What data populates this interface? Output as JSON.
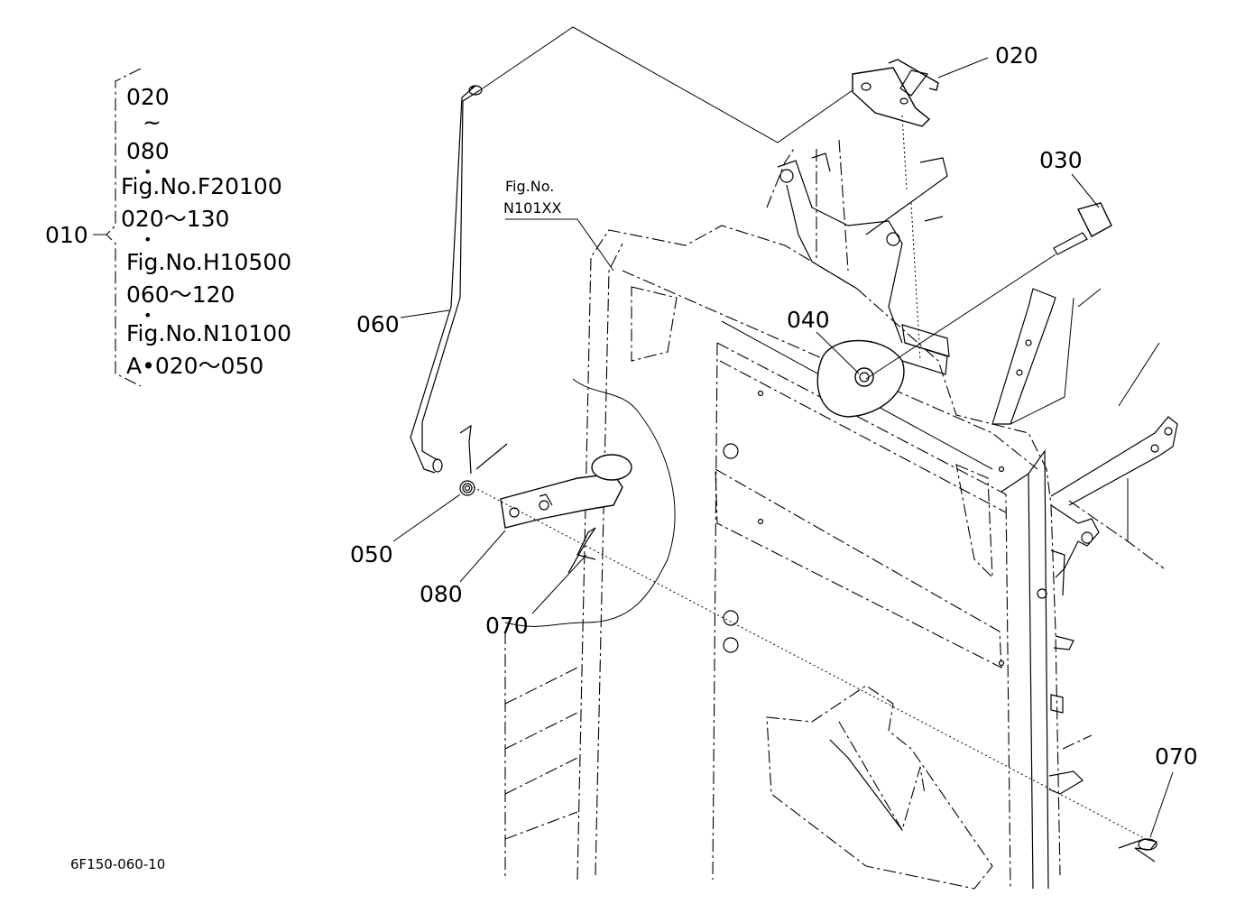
{
  "legend": {
    "lines": [
      "020",
      "~",
      "080",
      "•",
      "Fig.No.F20100",
      "020～130",
      "•",
      "Fig.No.H10500",
      "060～120",
      "•",
      "Fig.No.N10100",
      "A•020～050"
    ],
    "assembly_label": "010"
  },
  "callouts": {
    "c020": "020",
    "c030": "030",
    "c040": "040",
    "c050": "050",
    "c060": "060",
    "c070a": "070",
    "c070b": "070",
    "c080": "080"
  },
  "figure_reference": {
    "line1": "Fig.No.",
    "line2": "N101XX"
  },
  "drawing_number": "6F150-060-10"
}
